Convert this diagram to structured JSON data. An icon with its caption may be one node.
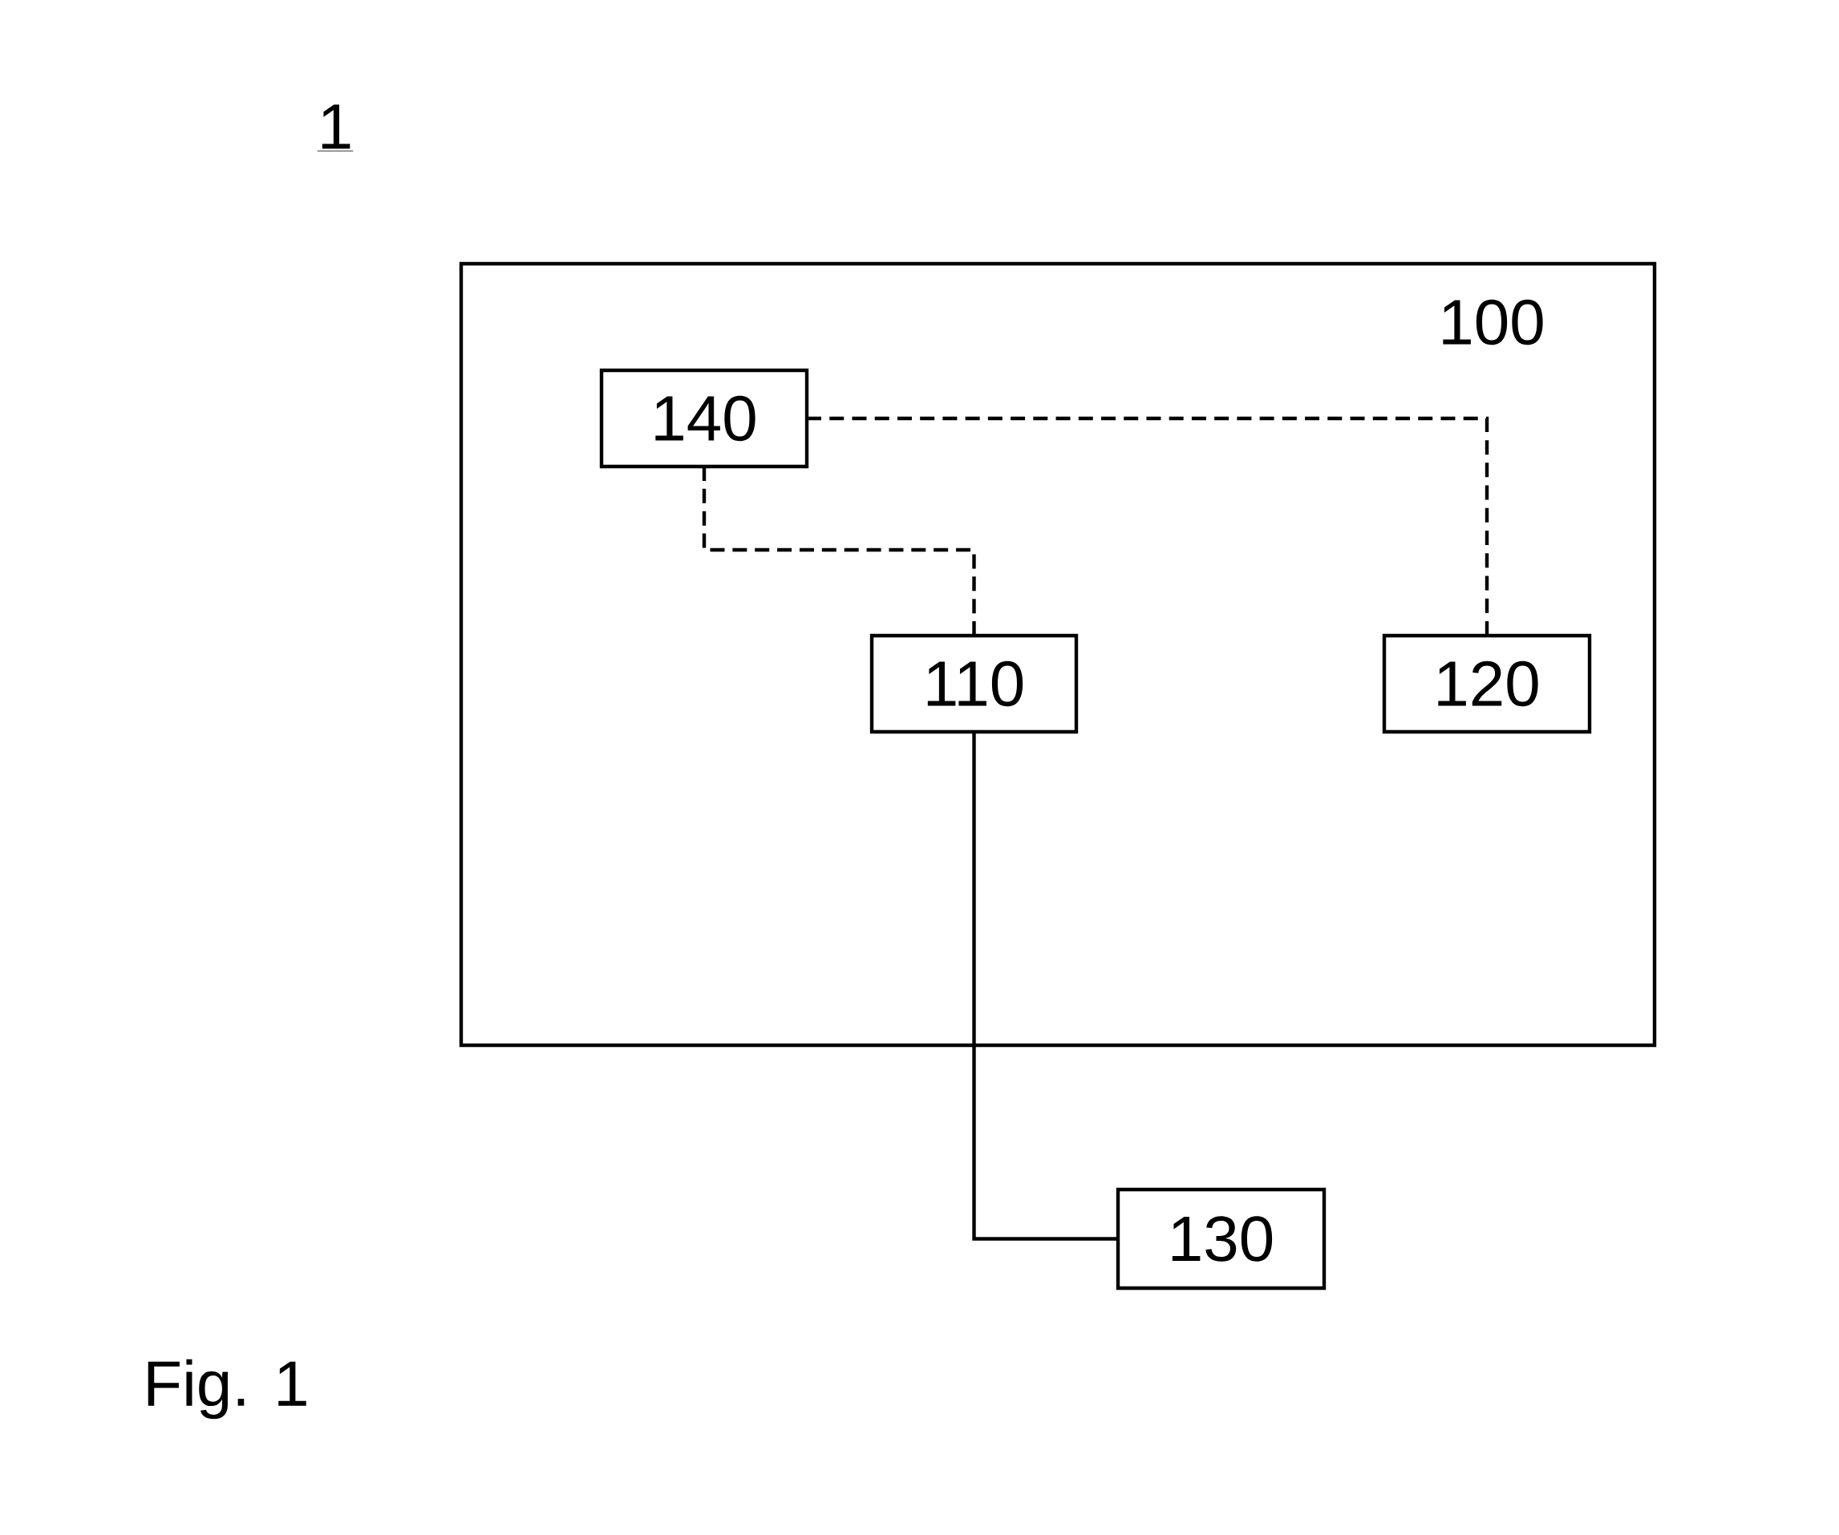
{
  "diagram": {
    "caption": "Fig. 1",
    "nodes": [
      {
        "text": [
          "100"
        ]
      },
      {
        "text": [
          "140"
        ],
        "in": 0
      },
      {
        "text": [
          "110"
        ],
        "in": 0
      },
      {
        "text": [
          "120"
        ],
        "in": 0
      },
      {
        "text": [
          "130"
        ]
      }
    ],
    "edges": [
      {
        "from": 1,
        "to": 3,
        "arrow": "none",
        "style": "dashed"
      },
      {
        "from": 1,
        "to": 2,
        "arrow": "none",
        "style": "dashed"
      },
      {
        "from": 2,
        "to": 4,
        "arrow": "none"
      }
    ],
    "labels": [
      "1"
    ]
  }
}
